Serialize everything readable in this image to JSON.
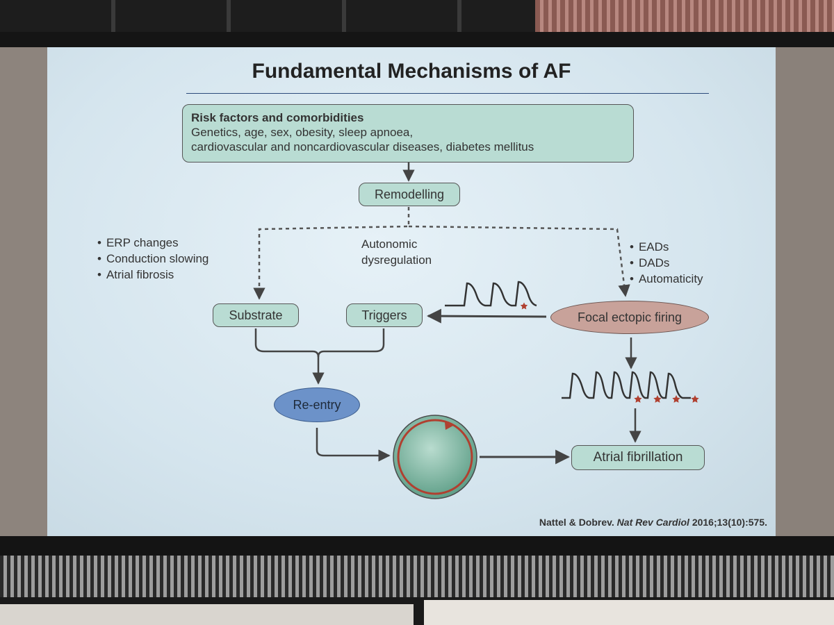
{
  "slide": {
    "title": "Fundamental Mechanisms of AF",
    "citation": {
      "authors": "Nattel & Dobrev.",
      "journal": "Nat Rev Cardiol",
      "ref": "2016;13(10):575."
    }
  },
  "diagram": {
    "risk": {
      "title": "Risk factors and comorbidities",
      "line1": "Genetics, age, sex, obesity, sleep apnoea,",
      "line2": "cardiovascular and noncardiovascular diseases, diabetes mellitus"
    },
    "remodelling": "Remodelling",
    "left_bullets": [
      "ERP changes",
      "Conduction slowing",
      "Atrial fibrosis"
    ],
    "autonomic": {
      "line1": "Autonomic",
      "line2": "dysregulation"
    },
    "right_bullets": [
      "EADs",
      "DADs",
      "Automaticity"
    ],
    "substrate": "Substrate",
    "triggers": "Triggers",
    "focal": "Focal ectopic firing",
    "reentry": "Re-entry",
    "af": "Atrial fibrillation"
  },
  "colors": {
    "box_fill": "#b9dcd3",
    "focal_fill": "#c8a29a",
    "reentry_fill": "#6c92c9",
    "circle_fill": "#7eb6a3",
    "star": "#b04030",
    "arrow": "#444444"
  }
}
